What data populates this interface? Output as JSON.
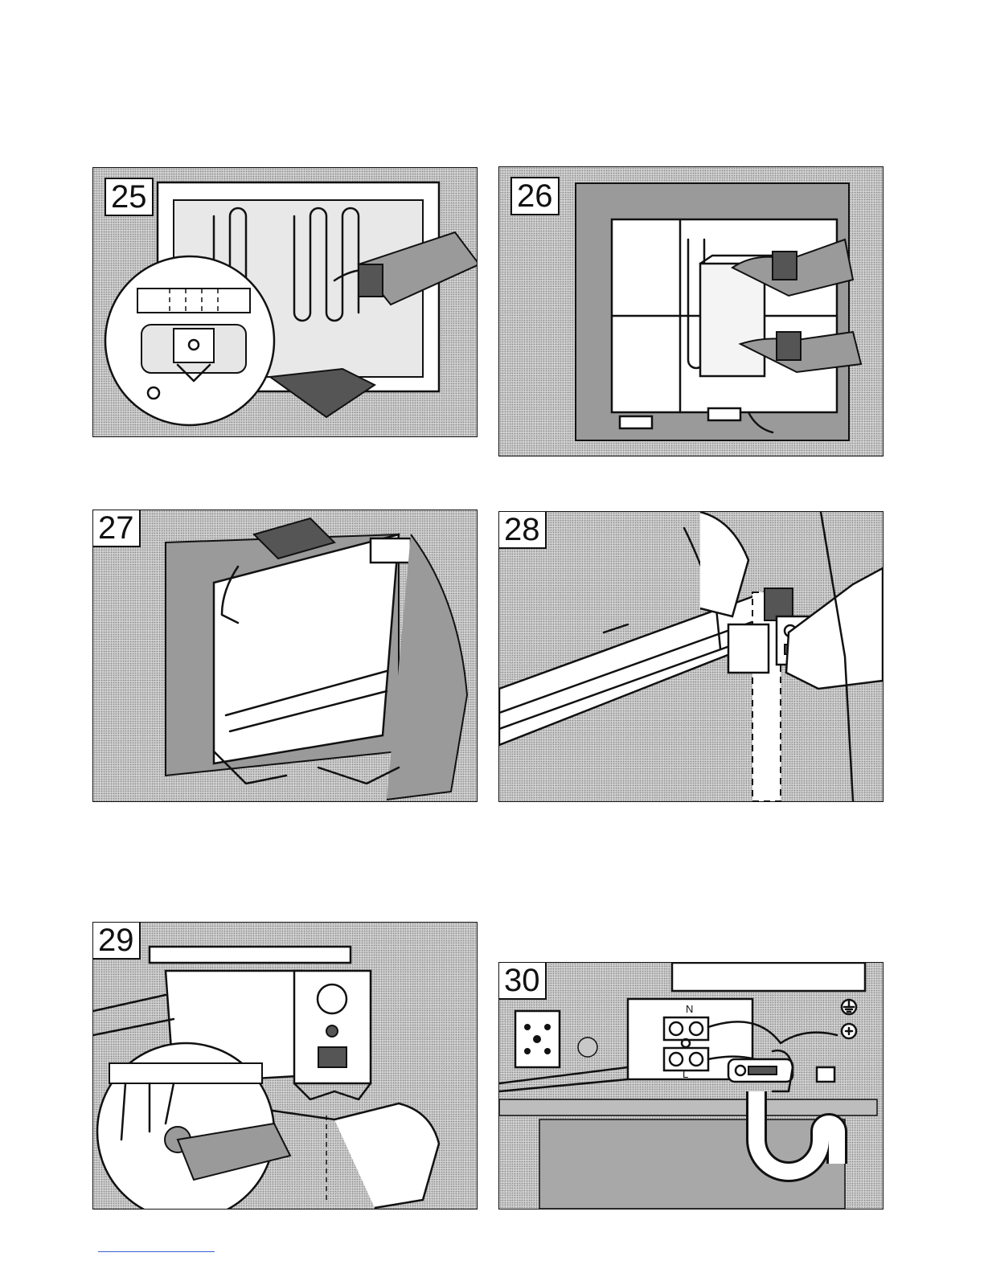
{
  "figures": [
    {
      "number": "25",
      "name": "remove-element-closeup"
    },
    {
      "number": "26",
      "name": "insert-storage-bricks"
    },
    {
      "number": "27",
      "name": "fit-front-panel"
    },
    {
      "number": "28",
      "name": "attach-control-box"
    },
    {
      "number": "29",
      "name": "secure-control-box-screw"
    },
    {
      "number": "30",
      "name": "terminal-block-wiring"
    }
  ],
  "terminal_labels": {
    "neutral": "N",
    "live": "L"
  },
  "icons": {
    "earth": "earth-ground-icon",
    "screw": "screw-head-icon",
    "dial": "thermostat-dial-icon"
  },
  "colors": {
    "ink": "#111111",
    "halftone": "#d2d2d2",
    "footer_link": "#3a5fcd"
  }
}
